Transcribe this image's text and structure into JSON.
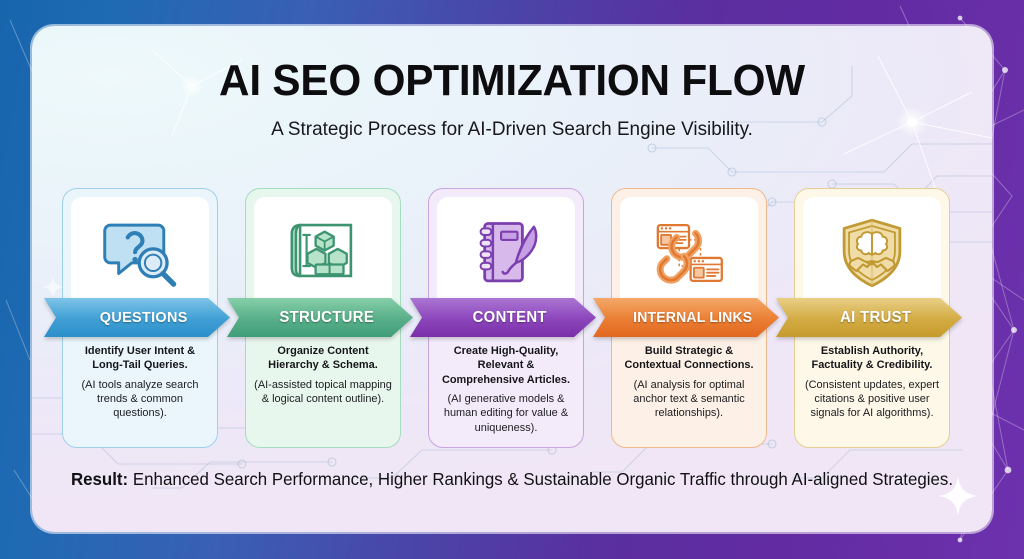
{
  "header": {
    "title": "AI SEO OPTIMIZATION FLOW",
    "subtitle": "A Strategic Process for AI-Driven Search Engine Visibility."
  },
  "footer": {
    "label": "Result:",
    "text": "Enhanced Search Performance, Higher Rankings & Sustainable Organic Traffic through AI-aligned Strategies."
  },
  "theme": {
    "frame_start": "#1765ad",
    "frame_end": "#6d31ad",
    "card_bg": "#eaf3fa",
    "title_color": "#0d0d0f"
  },
  "steps": [
    {
      "banner": "QUESTIONS",
      "icon": "question-search-icon",
      "heading": "Identify User Intent & Long-Tail Queries.",
      "detail": "(AI tools analyze search trends & common questions).",
      "color_light": "#7ec4e8",
      "color_dark": "#2b8fc9",
      "card_bg": "#eaf6fc",
      "card_border": "#9fd0ea",
      "icon_fill": "#bfe0f3",
      "icon_stroke": "#2e7fb5"
    },
    {
      "banner": "STRUCTURE",
      "icon": "blueprint-blocks-icon",
      "heading": "Organize Content Hierarchy & Schema.",
      "detail": "(AI-assisted topical mapping & logical content outline).",
      "color_light": "#7fcaa4",
      "color_dark": "#3f9e7a",
      "card_bg": "#e8f7ee",
      "card_border": "#a5ddbf",
      "icon_fill": "#b6e3c9",
      "icon_stroke": "#3d9470"
    },
    {
      "banner": "CONTENT",
      "icon": "notebook-quill-icon",
      "heading": "Create High-Quality, Relevant & Comprehensive Articles.",
      "detail": "(AI generative models & human editing for value & uniqueness).",
      "color_light": "#a972d0",
      "color_dark": "#7a2fa8",
      "card_bg": "#f4ebfa",
      "card_border": "#c9a5e0",
      "icon_fill": "#d8b9ec",
      "icon_stroke": "#7b3fae"
    },
    {
      "banner": "INTERNAL LINKS",
      "icon": "chain-links-icon",
      "heading": "Build Strategic & Contextual Connections.",
      "detail": "(AI analysis for optimal anchor text & semantic relationships).",
      "color_light": "#f2a062",
      "color_dark": "#e2671f",
      "card_bg": "#fdf0e6",
      "card_border": "#efb98c",
      "icon_fill": "#f6c7a0",
      "icon_stroke": "#e07832"
    },
    {
      "banner": "AI TRUST",
      "icon": "shield-brain-handshake-icon",
      "heading": "Establish Authority, Factuality & Credibility.",
      "detail": "(Consistent updates, expert citations & positive user signals for AI algorithms).",
      "color_light": "#e6c878",
      "color_dark": "#c69b2c",
      "card_bg": "#fdf8e8",
      "card_border": "#e6ce92",
      "icon_fill": "#f0dca6",
      "icon_stroke": "#c19a33"
    }
  ]
}
